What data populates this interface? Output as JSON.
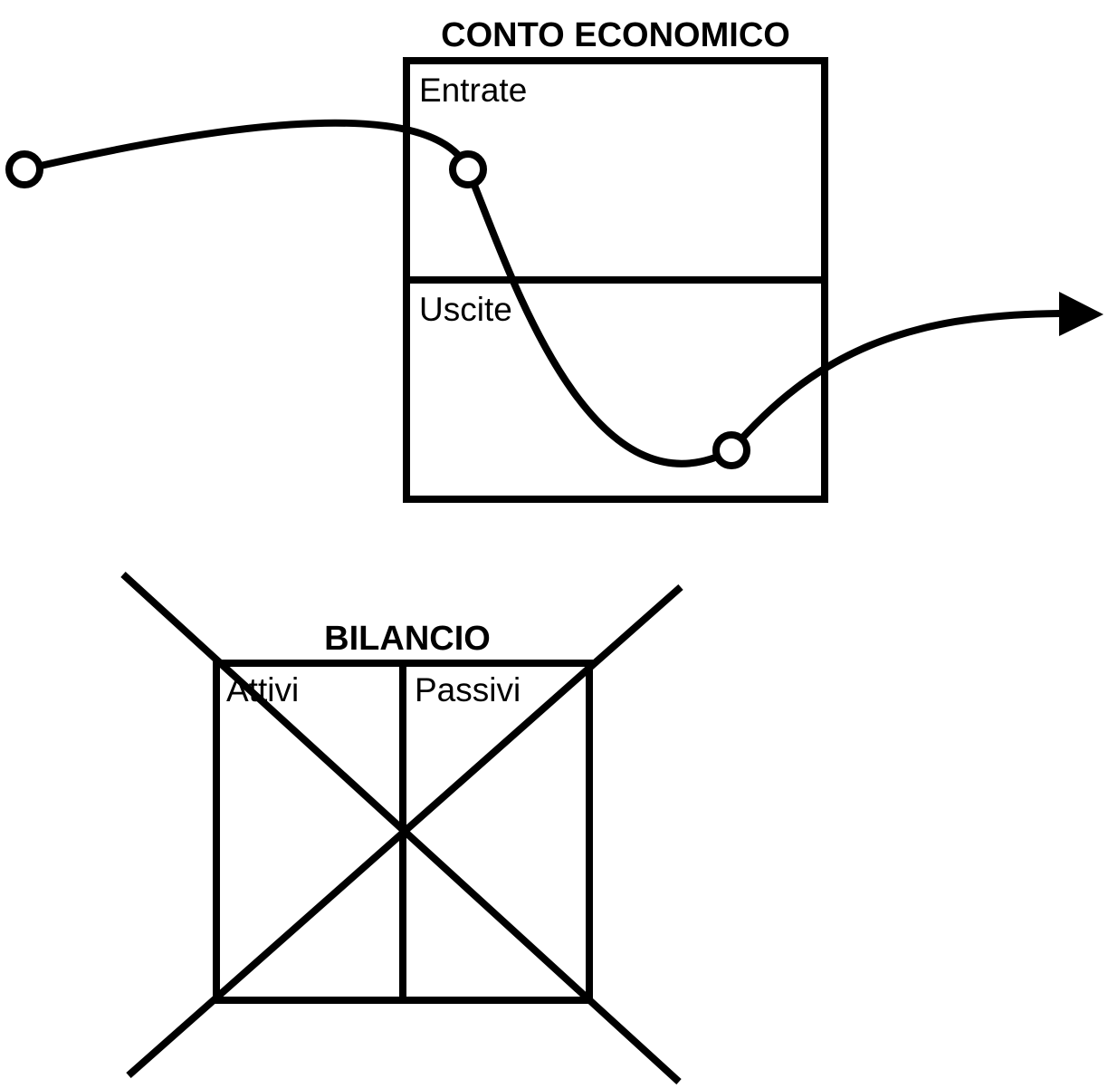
{
  "conto_economico": {
    "title": "CONTO ECONOMICO",
    "sections": [
      {
        "label": "Entrate"
      },
      {
        "label": "Uscite"
      }
    ]
  },
  "bilancio": {
    "title": "BILANCIO",
    "columns": [
      {
        "label": "Attivi"
      },
      {
        "label": "Passivi"
      }
    ],
    "crossed_out": true
  },
  "flow_connector": {
    "waypoint_count": 3,
    "end_marker": "arrowhead"
  },
  "colors": {
    "stroke": "#000000",
    "background": "#ffffff"
  }
}
